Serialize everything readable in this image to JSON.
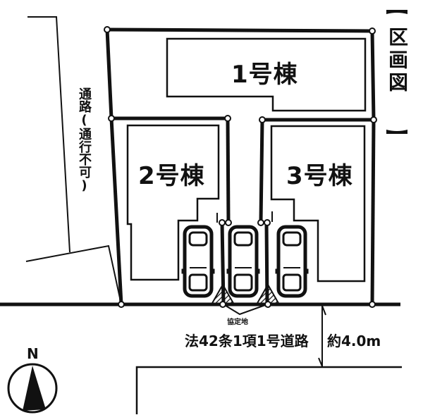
{
  "title": "区画図",
  "buildings": [
    {
      "id": 1,
      "label": "1号棟"
    },
    {
      "id": 2,
      "label": "2号棟"
    },
    {
      "id": 3,
      "label": "3号棟"
    }
  ],
  "side_path": {
    "label": "通路(通行不可)"
  },
  "agreement_land": {
    "label": "協定地"
  },
  "road": {
    "label": "法42条1項1号道路",
    "width_label": "約4.0m"
  },
  "compass": {
    "label": "N"
  },
  "parking": {
    "cars": 3
  }
}
